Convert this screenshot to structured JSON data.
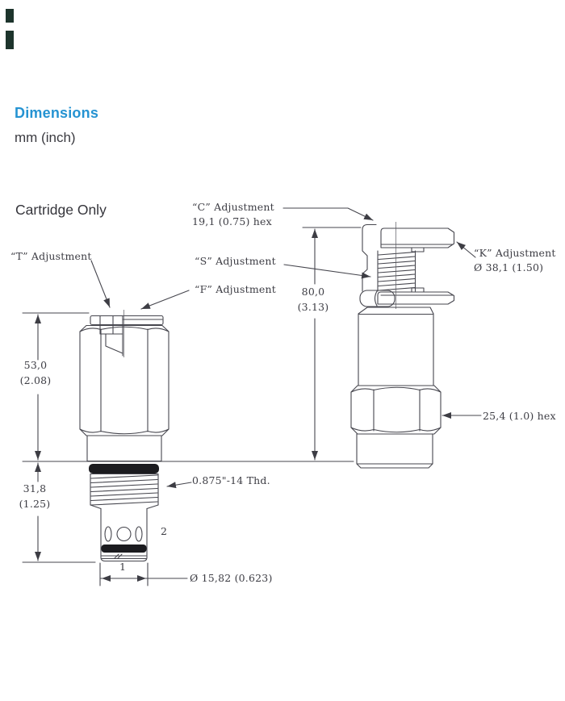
{
  "header": {
    "title": "Dimensions",
    "units": "mm (inch)"
  },
  "section_title": "Cartridge Only",
  "labels": {
    "t_adjustment": "“T” Adjustment",
    "c_adjustment": "“C” Adjustment",
    "c_adjustment_hex": "19,1 (0.75) hex",
    "s_adjustment": "“S” Adjustment",
    "f_adjustment": "“F” Adjustment",
    "k_adjustment": "“K” Adjustment",
    "k_adjustment_dia": "Ø 38,1 (1.50)",
    "thread_spec": "0.875\"-14 Thd.",
    "hex_flats": "25,4 (1.0) hex",
    "cartridge_dia": "Ø 15,82 (0.623)",
    "port_2": "2",
    "port_1": "1"
  },
  "dimensions": {
    "overall_height_right": {
      "mm": "80,0",
      "inch": "(3.13)"
    },
    "body_height_left": {
      "mm": "53,0",
      "inch": "(2.08)"
    },
    "insertion_depth": {
      "mm": "31,8",
      "inch": "(1.25)"
    }
  },
  "colors": {
    "accent_blue": "#2593d2",
    "line": "#46464e",
    "text": "#3d3d44",
    "seal_black": "#1b1b1f"
  }
}
